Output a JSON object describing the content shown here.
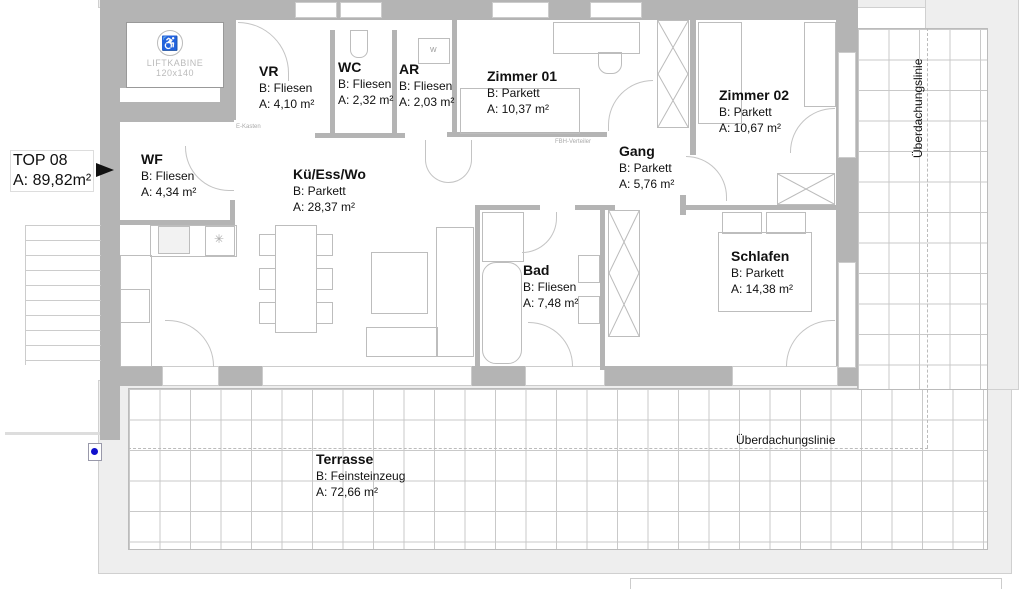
{
  "unit": {
    "label": "TOP 08",
    "area": "A: 89,82m²"
  },
  "elevator": {
    "line1": "LIFTKABINE",
    "line2": "120x140",
    "icon": "wheelchair-icon"
  },
  "annotations": {
    "e_kasten": "E-Kasten",
    "fbh_verteiler": "FBH-Verteiler",
    "washer": "W",
    "roof_line_right": "Überdachungslinie",
    "roof_line_bottom": "Überdachungslinie"
  },
  "rooms": [
    {
      "id": "vr",
      "name": "VR",
      "floor": "B: Fliesen",
      "area": "A: 4,10 m²"
    },
    {
      "id": "wc",
      "name": "WC",
      "floor": "B: Fliesen",
      "area": "A: 2,32 m²"
    },
    {
      "id": "ar",
      "name": "AR",
      "floor": "B: Fliesen",
      "area": "A: 2,03 m²"
    },
    {
      "id": "zimmer01",
      "name": "Zimmer 01",
      "floor": "B: Parkett",
      "area": "A: 10,37 m²"
    },
    {
      "id": "zimmer02",
      "name": "Zimmer 02",
      "floor": "B: Parkett",
      "area": "A: 10,67 m²"
    },
    {
      "id": "wf",
      "name": "WF",
      "floor": "B: Fliesen",
      "area": "A: 4,34 m²"
    },
    {
      "id": "kuessewo",
      "name": "Kü/Ess/Wo",
      "floor": "B: Parkett",
      "area": "A: 28,37 m²"
    },
    {
      "id": "gang",
      "name": "Gang",
      "floor": "B: Parkett",
      "area": "A: 5,76 m²"
    },
    {
      "id": "bad",
      "name": "Bad",
      "floor": "B: Fliesen",
      "area": "A: 7,48 m²"
    },
    {
      "id": "schlafen",
      "name": "Schlafen",
      "floor": "B: Parkett",
      "area": "A: 14,38 m²"
    },
    {
      "id": "terrasse",
      "name": "Terrasse",
      "floor": "B: Feinsteinzeug",
      "area": "A: 72,66 m²"
    }
  ],
  "colors": {
    "wall": "#b4b4b4",
    "grid": "#c9c9c9",
    "marker": "#1010cc"
  }
}
